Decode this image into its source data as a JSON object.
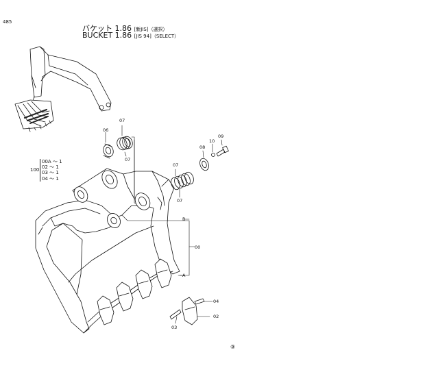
{
  "page_number": "485",
  "title": {
    "jp_name": "バケット 1.86",
    "jp_spec": "[新JIS]（選択）",
    "en_name": "BUCKET 1.86",
    "en_spec": "[JIS 94]（SELECT）"
  },
  "quantity_table": {
    "qty": "100",
    "rows": [
      "00A ～ 1",
      "02 ～ 1",
      "03 ～ 1",
      "04 ～ 1"
    ]
  },
  "callouts": {
    "c06": "06",
    "c07_a": "07",
    "c07_b": "07",
    "c07_c": "07",
    "c07_d": "07",
    "c08": "08",
    "c09": "09",
    "c10": "10",
    "cB": "B",
    "c00": "00",
    "cA": "A",
    "c04": "04",
    "c02": "02",
    "c03": "03"
  },
  "bottom_mark": "⑨"
}
